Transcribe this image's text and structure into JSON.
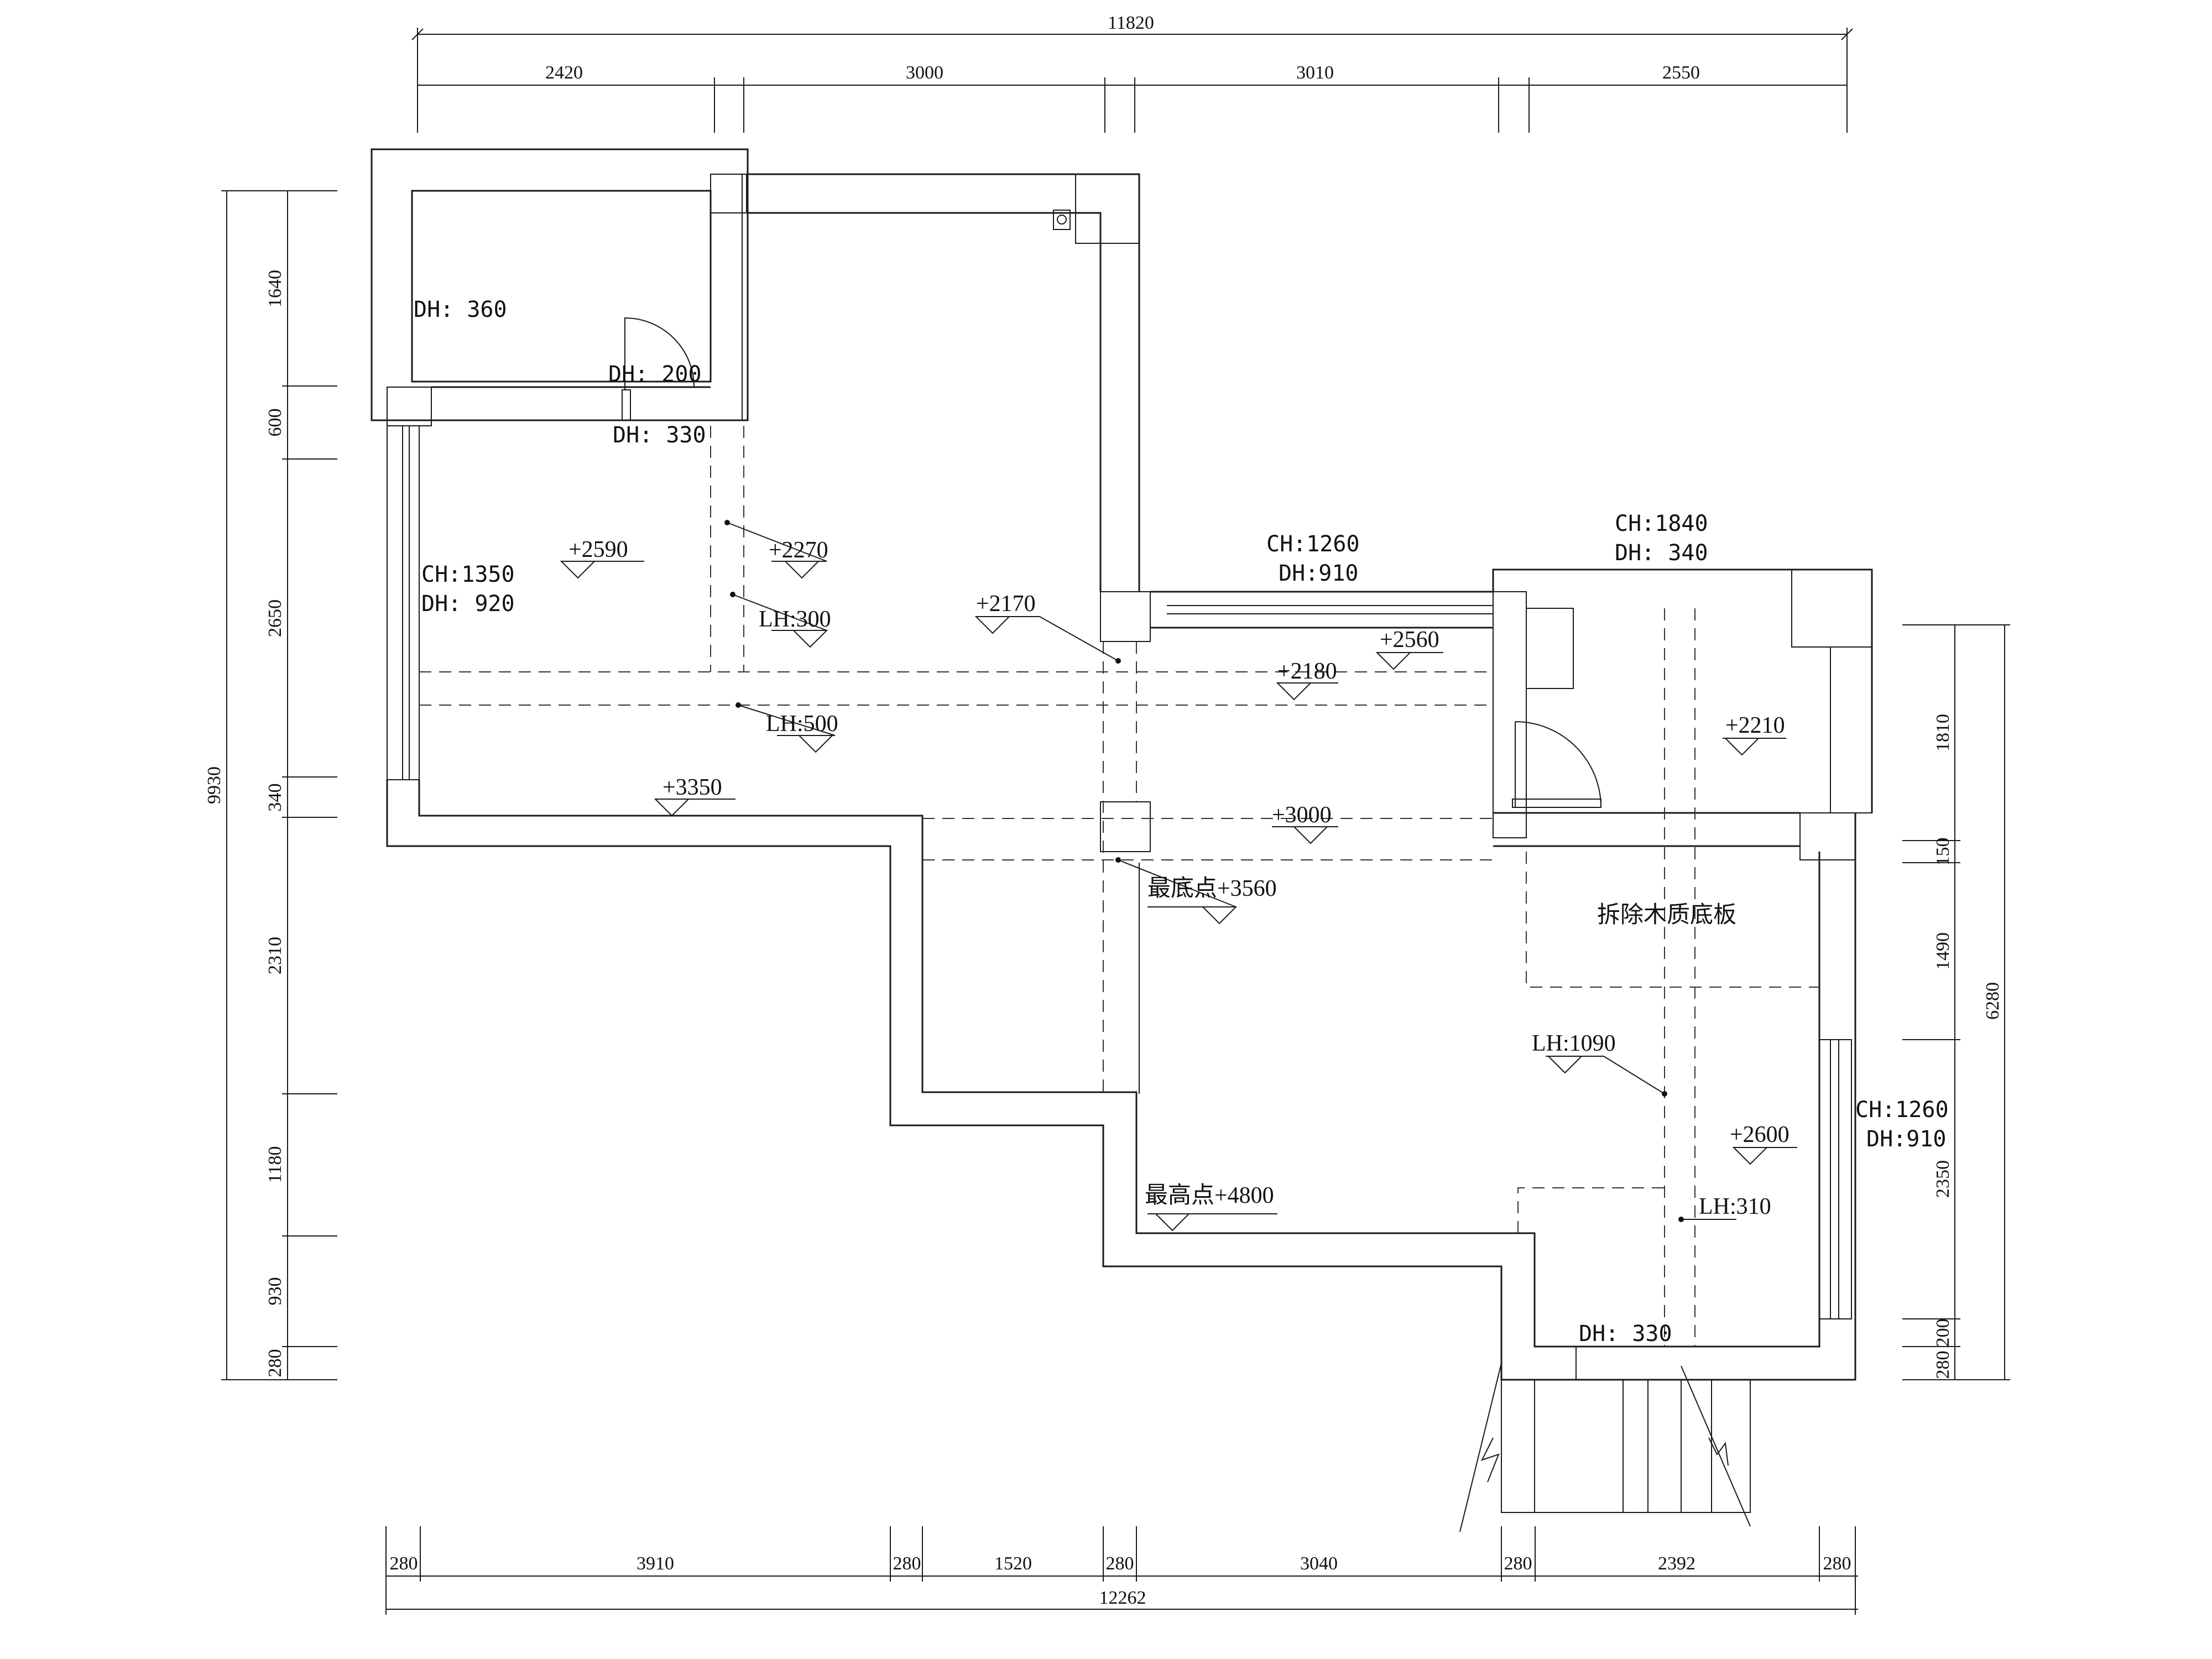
{
  "dimensions": {
    "top_total": "11820",
    "top_segments": [
      "2420",
      "3000",
      "3010",
      "2550"
    ],
    "bottom_total": "12262",
    "bottom_segments": [
      "280",
      "3910",
      "280",
      "1520",
      "280",
      "3040",
      "280",
      "2392",
      "280"
    ],
    "left_total": "9930",
    "left_segments": [
      "1640",
      "600",
      "2650",
      "340",
      "2310",
      "1180",
      "930",
      "280"
    ],
    "right_total": "6280",
    "right_segments": [
      "1810",
      "150",
      "1490",
      "2350",
      "200",
      "280"
    ]
  },
  "openings": {
    "bedroom_dh": "DH: 360",
    "door_dh_200": "DH: 200",
    "door_dh_330": "DH: 330",
    "left_window_ch": "CH:1350",
    "left_window_dh": "DH: 920",
    "middle_window_ch": "CH:1260",
    "middle_window_dh": "DH:910",
    "top_right_ch": "CH:1840",
    "top_right_dh": "DH: 340",
    "right_window_ch": "CH:1260",
    "right_window_dh": "DH:910",
    "bottom_dh": "DH: 330"
  },
  "levels": {
    "l2590": "+2590",
    "l2270": "+2270",
    "lh300": "LH:300",
    "l2170": "+2170",
    "l2560": "+2560",
    "l2180": "+2180",
    "lh500": "LH:500",
    "l2210": "+2210",
    "l3350": "+3350",
    "l3000": "+3000",
    "lowest": "最底点+3560",
    "lh1090": "LH:1090",
    "l2600": "+2600",
    "highest": "最高点+4800",
    "lh310": "LH:310"
  },
  "notes": {
    "remove_floor": "拆除木质底板"
  }
}
